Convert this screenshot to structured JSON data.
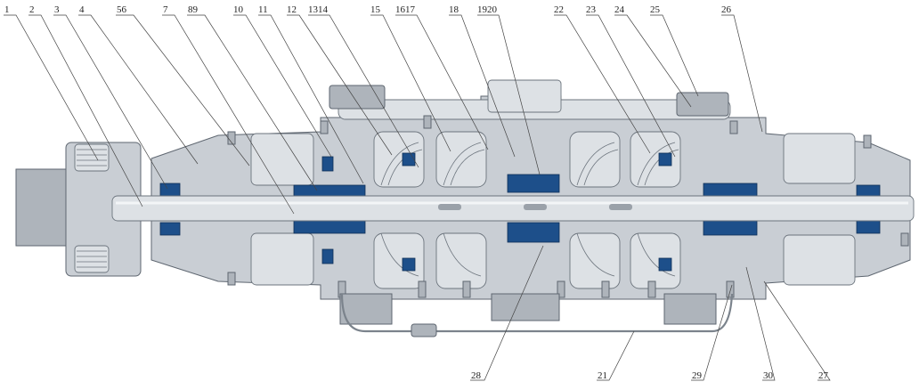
{
  "diagram": {
    "callouts_top": [
      "1",
      "2",
      "3",
      "4",
      "56",
      "7",
      "89",
      "10",
      "11",
      "12",
      "1314",
      "15",
      "1617",
      "18",
      "1920",
      "22",
      "23",
      "24",
      "25",
      "26"
    ],
    "callouts_bottom": [
      "28",
      "21",
      "29",
      "30",
      "27"
    ]
  }
}
